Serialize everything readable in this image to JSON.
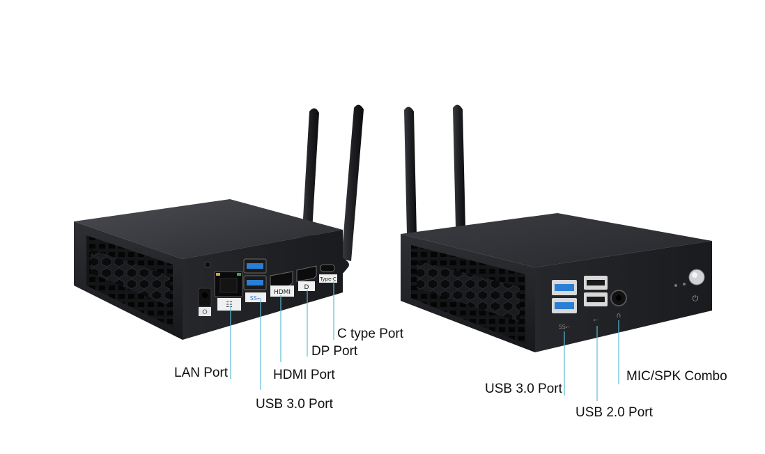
{
  "annotations": {
    "lan": "LAN Port",
    "usb30_left": "USB 3.0 Port",
    "hdmi": "HDMI Port",
    "dp": "DP Port",
    "c_type": "C type Port",
    "usb30_right": "USB 3.0 Port",
    "usb20": "USB 2.0 Port",
    "mic_spk": "MIC/SPK Combo"
  },
  "port_markings": {
    "hdmi": "HDMI",
    "type_c": "Type-C"
  },
  "colors": {
    "leader_line": "#5bbcd8",
    "chassis": "#2b2d31",
    "usb3_blue": "#2a7fd4"
  }
}
